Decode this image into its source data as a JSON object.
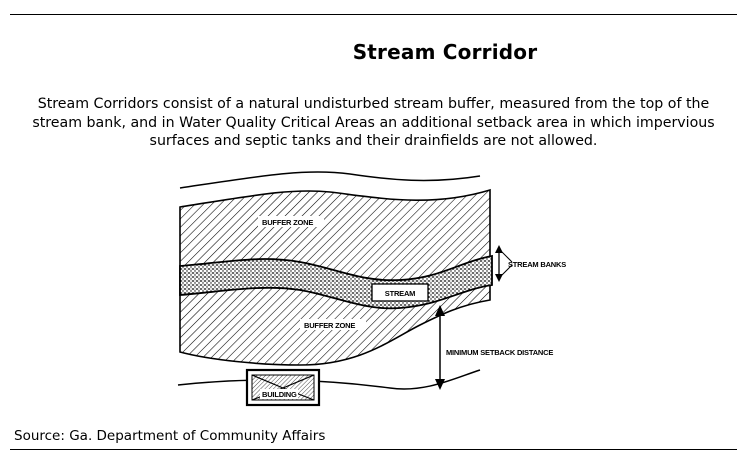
{
  "title": "Stream Corridor",
  "description": "Stream Corridors consist of a natural undisturbed stream buffer, measured from the top of the stream bank, and in Water Quality Critical Areas an additional setback area in which impervious surfaces and septic tanks and their drainfields are not allowed.",
  "source": "Source: Ga. Department of Community Affairs",
  "diagram": {
    "labels": {
      "buffer_zone_top": "BUFFER ZONE",
      "buffer_zone_bottom": "BUFFER ZONE",
      "stream": "STREAM",
      "stream_banks": "STREAM BANKS",
      "setback": "MINIMUM SETBACK DISTANCE",
      "building": "BUILDING"
    }
  }
}
